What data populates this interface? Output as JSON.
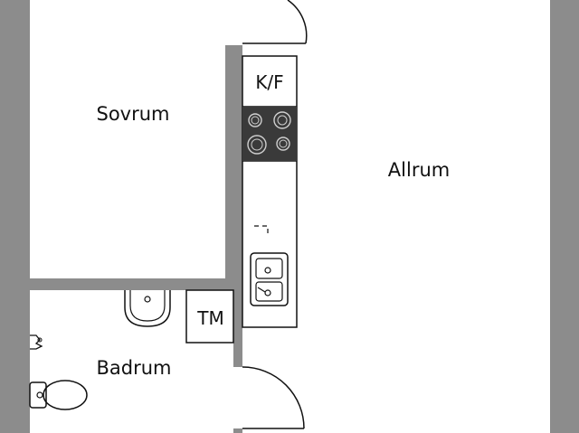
{
  "colors": {
    "wall": "#8c8c8c",
    "line": "#111111",
    "hob": "#3a3a3a",
    "background": "#ffffff"
  },
  "rooms": {
    "bedroom": "Sovrum",
    "living": "Allrum",
    "bathroom": "Badrum"
  },
  "fixtures": {
    "fridge_freezer": "K/F",
    "washing_machine": "TM"
  },
  "icons": [
    "door-swing-icon",
    "hob-icon",
    "sink-icon",
    "washbasin-icon",
    "toilet-icon",
    "shower-icon"
  ]
}
